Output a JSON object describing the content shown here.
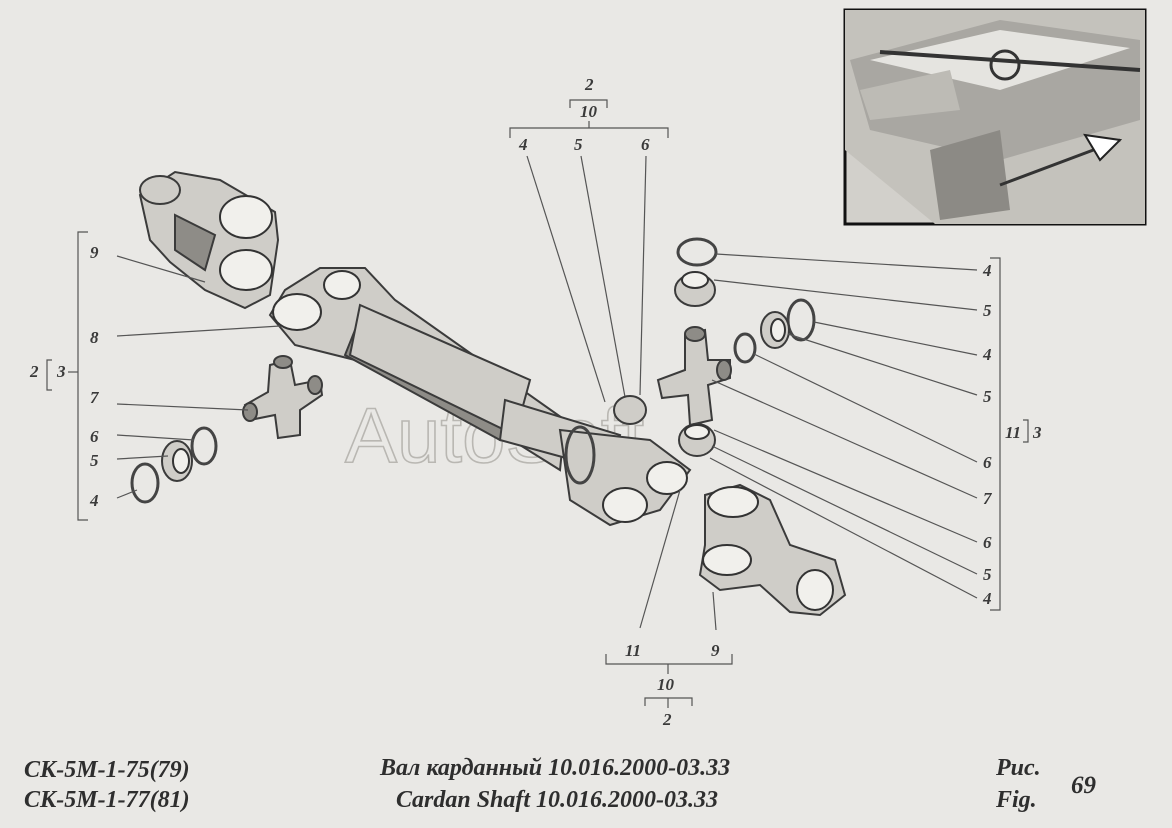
{
  "watermark": "AutoSoft",
  "inset_photo": {
    "description_icon": "combine-harvester-photo"
  },
  "callouts": {
    "top_group": {
      "assembly": "2",
      "subassembly": "10",
      "parts": [
        "4",
        "5",
        "6"
      ]
    },
    "left_group": {
      "assembly": "2",
      "subassembly": "3",
      "parts": [
        "9",
        "8",
        "7",
        "6",
        "5",
        "4"
      ]
    },
    "right_group": {
      "assembly": "3",
      "subassembly": "11",
      "parts": [
        "4",
        "5",
        "4",
        "5",
        "6",
        "7",
        "6",
        "5",
        "4"
      ]
    },
    "bottom_group": {
      "parts": [
        "11",
        "9"
      ],
      "subassembly": "10",
      "assembly": "2"
    }
  },
  "footer": {
    "model_line_1": "СК-5М-1-75(79)",
    "model_line_2": "СК-5М-1-77(81)",
    "title_ru": "Вал  карданный 10.016.2000-03.33",
    "title_en": "Cardan Shaft 10.016.2000-03.33",
    "fig_ru": "Рис.",
    "fig_en": "Fig.",
    "fig_number": "69"
  }
}
